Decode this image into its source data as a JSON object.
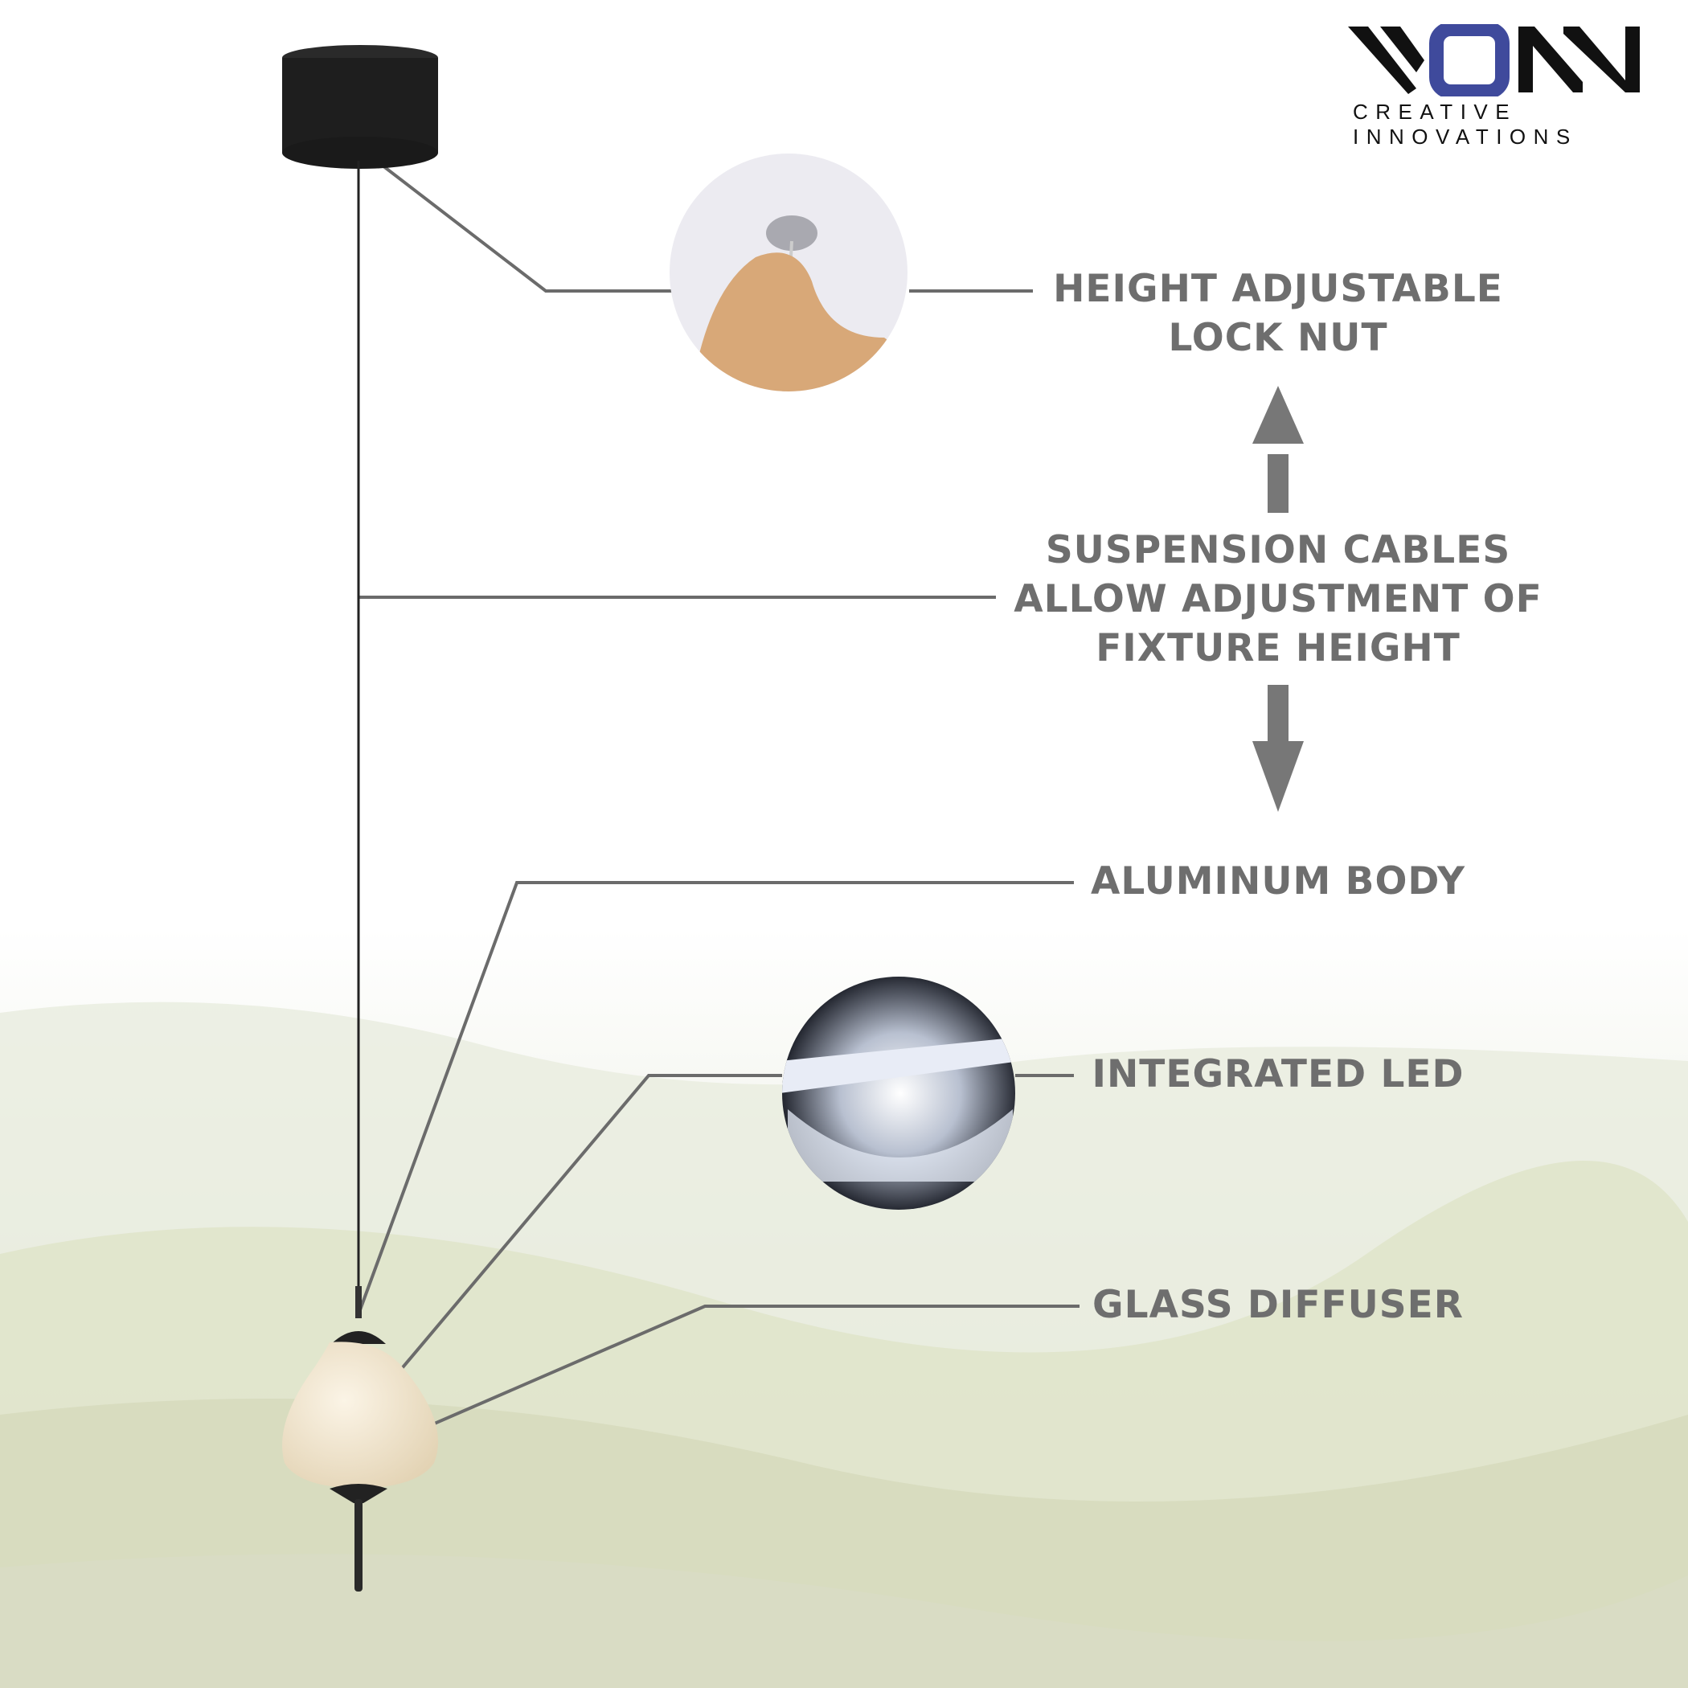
{
  "brand": {
    "logo_text": "VONN",
    "tagline": "CREATIVE INNOVATIONS",
    "accent": "#3f4a9c"
  },
  "callouts": [
    {
      "lines": [
        "HEIGHT ADJUSTABLE",
        "LOCK NUT"
      ]
    },
    {
      "lines": [
        "SUSPENSION CABLES",
        "ALLOW ADJUSTMENT OF",
        "FIXTURE HEIGHT"
      ]
    },
    {
      "lines": [
        "ALUMINUM BODY"
      ]
    },
    {
      "lines": [
        "INTEGRATED LED"
      ]
    },
    {
      "lines": [
        "GLASS DIFFUSER"
      ]
    }
  ],
  "colors": {
    "label": "#6e6e6e",
    "leader": "#6b6b6b"
  }
}
